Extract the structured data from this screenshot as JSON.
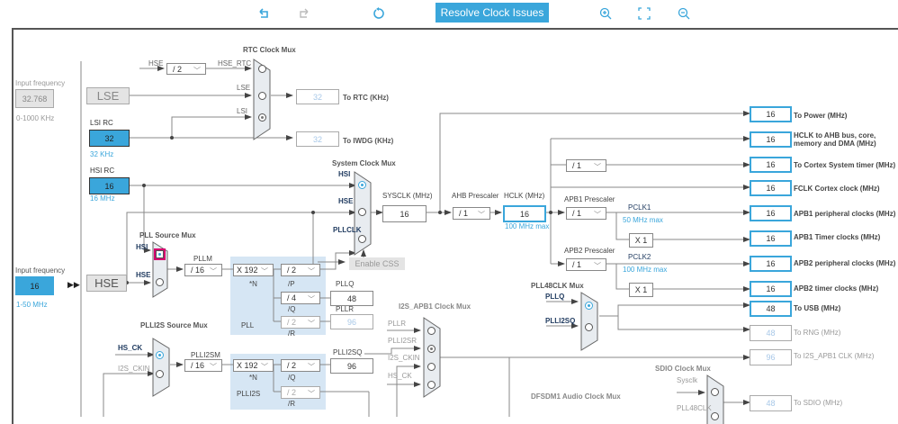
{
  "toolbar": {
    "undo_icon": "undo-icon",
    "redo_icon": "redo-icon",
    "reset_icon": "refresh-icon",
    "resolve_label": "Resolve Clock Issues",
    "zoom_in_icon": "zoom-in-icon",
    "fit_icon": "fit-screen-icon",
    "zoom_out_icon": "zoom-out-icon"
  },
  "colors": {
    "accent": "#3aa6db",
    "selected_border": "#d6006f",
    "pll_bg": "#d6e6f4"
  },
  "lse": {
    "input_label": "Input frequency",
    "input_value": "32.768",
    "range": "0-1000 KHz",
    "name": "LSE"
  },
  "lsi": {
    "title": "LSI RC",
    "value": "32",
    "unit": "32 KHz"
  },
  "hsi": {
    "title": "HSI RC",
    "value": "16",
    "unit": "16 MHz"
  },
  "hse": {
    "input_label": "Input frequency",
    "input_value": "16",
    "range": "1-50 MHz",
    "name": "HSE"
  },
  "rtc": {
    "title": "RTC Clock Mux",
    "hse_label": "HSE",
    "div_value": "/ 2",
    "hse_rtc_label": "HSE_RTC",
    "lse_label": "LSE",
    "lsi_label": "LSI",
    "rtc_value": "32",
    "rtc_label": "To RTC (KHz)",
    "iwdg_value": "32",
    "iwdg_label": "To IWDG (KHz)"
  },
  "pll_source": {
    "title": "PLL Source Mux",
    "hsi": "HSI",
    "hse": "HSE"
  },
  "pll": {
    "pllm_label": "PLLM",
    "pllm_value": "/ 16",
    "n_value": "X 192",
    "n_label": "*N",
    "p_value": "/ 2",
    "p_label": "/P",
    "q_value": "/ 4",
    "q_label": "/Q",
    "r_value": "/ 2",
    "r_label": "/R",
    "pllq_label": "PLLQ",
    "pllq_value": "48",
    "pllr_label": "PLLR",
    "pllr_value": "96",
    "name": "PLL"
  },
  "sysmux": {
    "title": "System Clock Mux",
    "hsi": "HSI",
    "hse": "HSE",
    "pllclk": "PLLCLK",
    "css_label": "Enable CSS"
  },
  "sysclk": {
    "label": "SYSCLK (MHz)",
    "value": "16"
  },
  "ahb": {
    "label": "AHB Prescaler",
    "value": "/ 1"
  },
  "hclk": {
    "label": "HCLK (MHz)",
    "value": "16",
    "max": "100 MHz max"
  },
  "cortex_div": {
    "value": "/ 1"
  },
  "apb1": {
    "label": "APB1 Prescaler",
    "value": "/ 1",
    "pclk": "PCLK1",
    "max": "50 MHz max",
    "timer_mult": "X 1"
  },
  "apb2": {
    "label": "APB2 Prescaler",
    "value": "/ 1",
    "pclk": "PCLK2",
    "max": "100 MHz max",
    "timer_mult": "X 1"
  },
  "outputs": [
    {
      "value": "16",
      "label": "To Power (MHz)"
    },
    {
      "value": "16",
      "label": "HCLK to AHB bus, core, memory and DMA (MHz)"
    },
    {
      "value": "16",
      "label": "To Cortex System timer (MHz)"
    },
    {
      "value": "16",
      "label": "FCLK Cortex clock (MHz)"
    },
    {
      "value": "16",
      "label": "APB1 peripheral clocks (MHz)"
    },
    {
      "value": "16",
      "label": "APB1 Timer clocks (MHz)"
    },
    {
      "value": "16",
      "label": "APB2 peripheral clocks (MHz)"
    },
    {
      "value": "16",
      "label": "APB2 timer clocks (MHz)"
    },
    {
      "value": "48",
      "label": "To USB (MHz)"
    },
    {
      "value": "48",
      "label": "To RNG (MHz)"
    },
    {
      "value": "96",
      "label": "To I2S_APB1 CLK (MHz)"
    },
    {
      "value": "48",
      "label": "To SDIO (MHz)"
    }
  ],
  "pll48": {
    "title": "PLL48CLK Mux",
    "pllq": "PLLQ",
    "plli2sq": "PLLI2SQ"
  },
  "plli2s_source": {
    "title": "PLLI2S Source Mux",
    "hs_ck": "HS_CK",
    "i2s_ckin": "I2S_CKIN"
  },
  "plli2s": {
    "m_label": "PLLI2SM",
    "m_value": "/ 16",
    "n_value": "X 192",
    "n_label": "*N",
    "q_value": "/ 2",
    "q_label": "/Q",
    "r_value": "/ 2",
    "r_label": "/R",
    "q_out_label": "PLLI2SQ",
    "q_out_value": "96",
    "name": "PLLI2S"
  },
  "i2s_mux": {
    "title": "I2S_APB1 Clock Mux",
    "pllr": "PLLR",
    "plli2sr": "PLLI2SR",
    "i2s_ckin": "I2S_CKIN",
    "hs_ck": "HS_CK"
  },
  "dfsdm": {
    "title": "DFSDM1 Audio Clock Mux"
  },
  "sdio": {
    "title": "SDIO Clock Mux",
    "sysclk": "Sysclk",
    "pll48clk": "PLL48CLK"
  }
}
